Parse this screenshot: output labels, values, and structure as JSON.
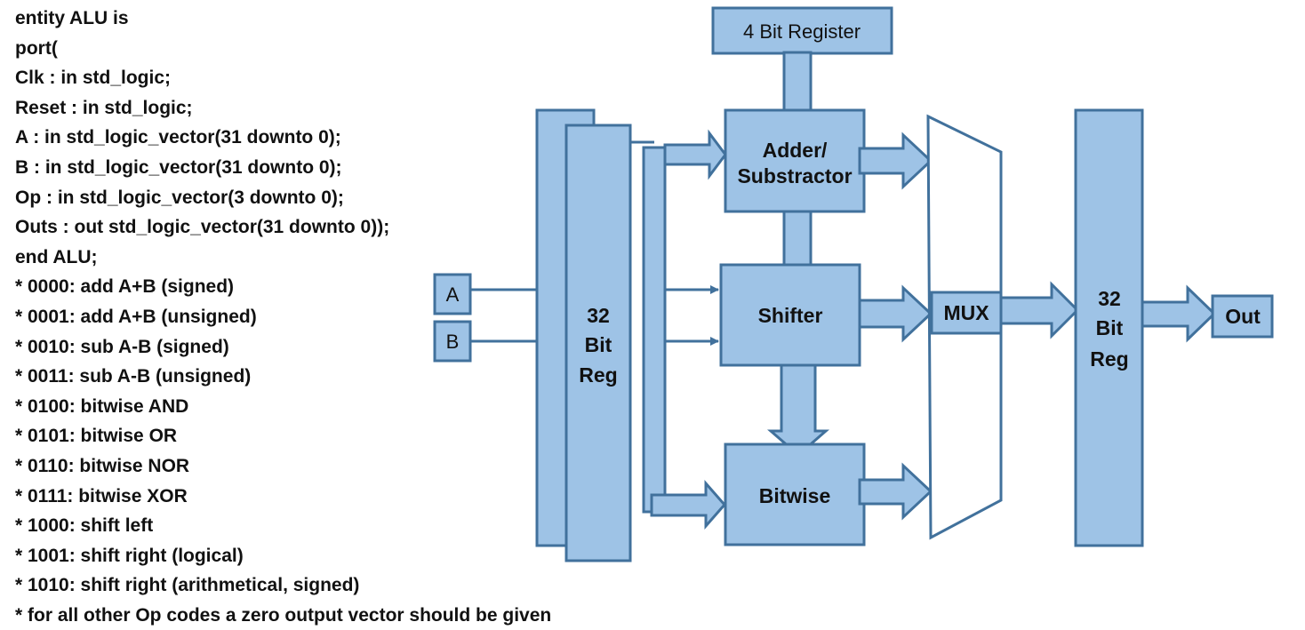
{
  "code_lines": [
    "entity ALU is",
    "port(",
    "Clk : in std_logic;",
    "Reset : in std_logic;",
    "A : in std_logic_vector(31 downto 0);",
    "B : in std_logic_vector(31 downto 0);",
    "Op : in std_logic_vector(3 downto 0);",
    "Outs : out std_logic_vector(31 downto 0));",
    "end ALU;",
    "* 0000: add A+B (signed)",
    "* 0001: add A+B (unsigned)",
    "* 0010: sub A-B (signed)",
    "* 0011: sub A-B (unsigned)",
    "* 0100: bitwise AND",
    "* 0101: bitwise OR",
    "* 0110: bitwise NOR",
    "* 0111: bitwise XOR",
    "* 1000: shift left",
    "* 1001: shift right (logical)",
    "* 1010: shift right (arithmetical, signed)",
    "* for all other Op codes a zero output vector should be given"
  ],
  "diagram": {
    "register_4bit": "4 Bit Register",
    "input_a": "A",
    "input_b": "B",
    "input_reg": {
      "line1": "32",
      "line2": "Bit",
      "line3": "Reg"
    },
    "adder": {
      "line1": "Adder/",
      "line2": "Substractor"
    },
    "shifter": "Shifter",
    "bitwise": "Bitwise",
    "mux": "MUX",
    "output_reg": {
      "line1": "32",
      "line2": "Bit",
      "line3": "Reg"
    },
    "output": "Out"
  },
  "colors": {
    "block_fill": "#9ec3e6",
    "block_stroke": "#41719c",
    "text": "#111111"
  }
}
